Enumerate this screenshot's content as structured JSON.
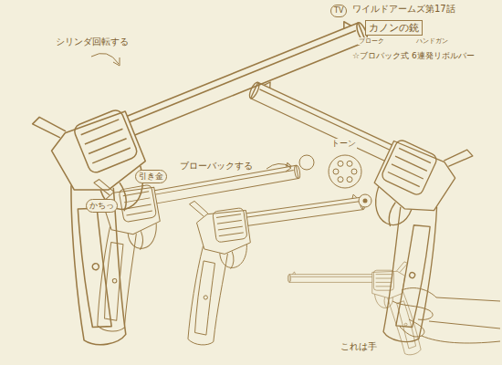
{
  "diagram": {
    "labels": [
      "TV",
      "ワイルドアームズ第17話",
      "カノンの銃",
      "ブローク",
      "ハンドガン",
      "☆ブロバック式 6連発リボルバー",
      "シリンダ回転する",
      "ブローバックする",
      "かちっ",
      "引き金",
      "トーン",
      "これは手"
    ]
  }
}
